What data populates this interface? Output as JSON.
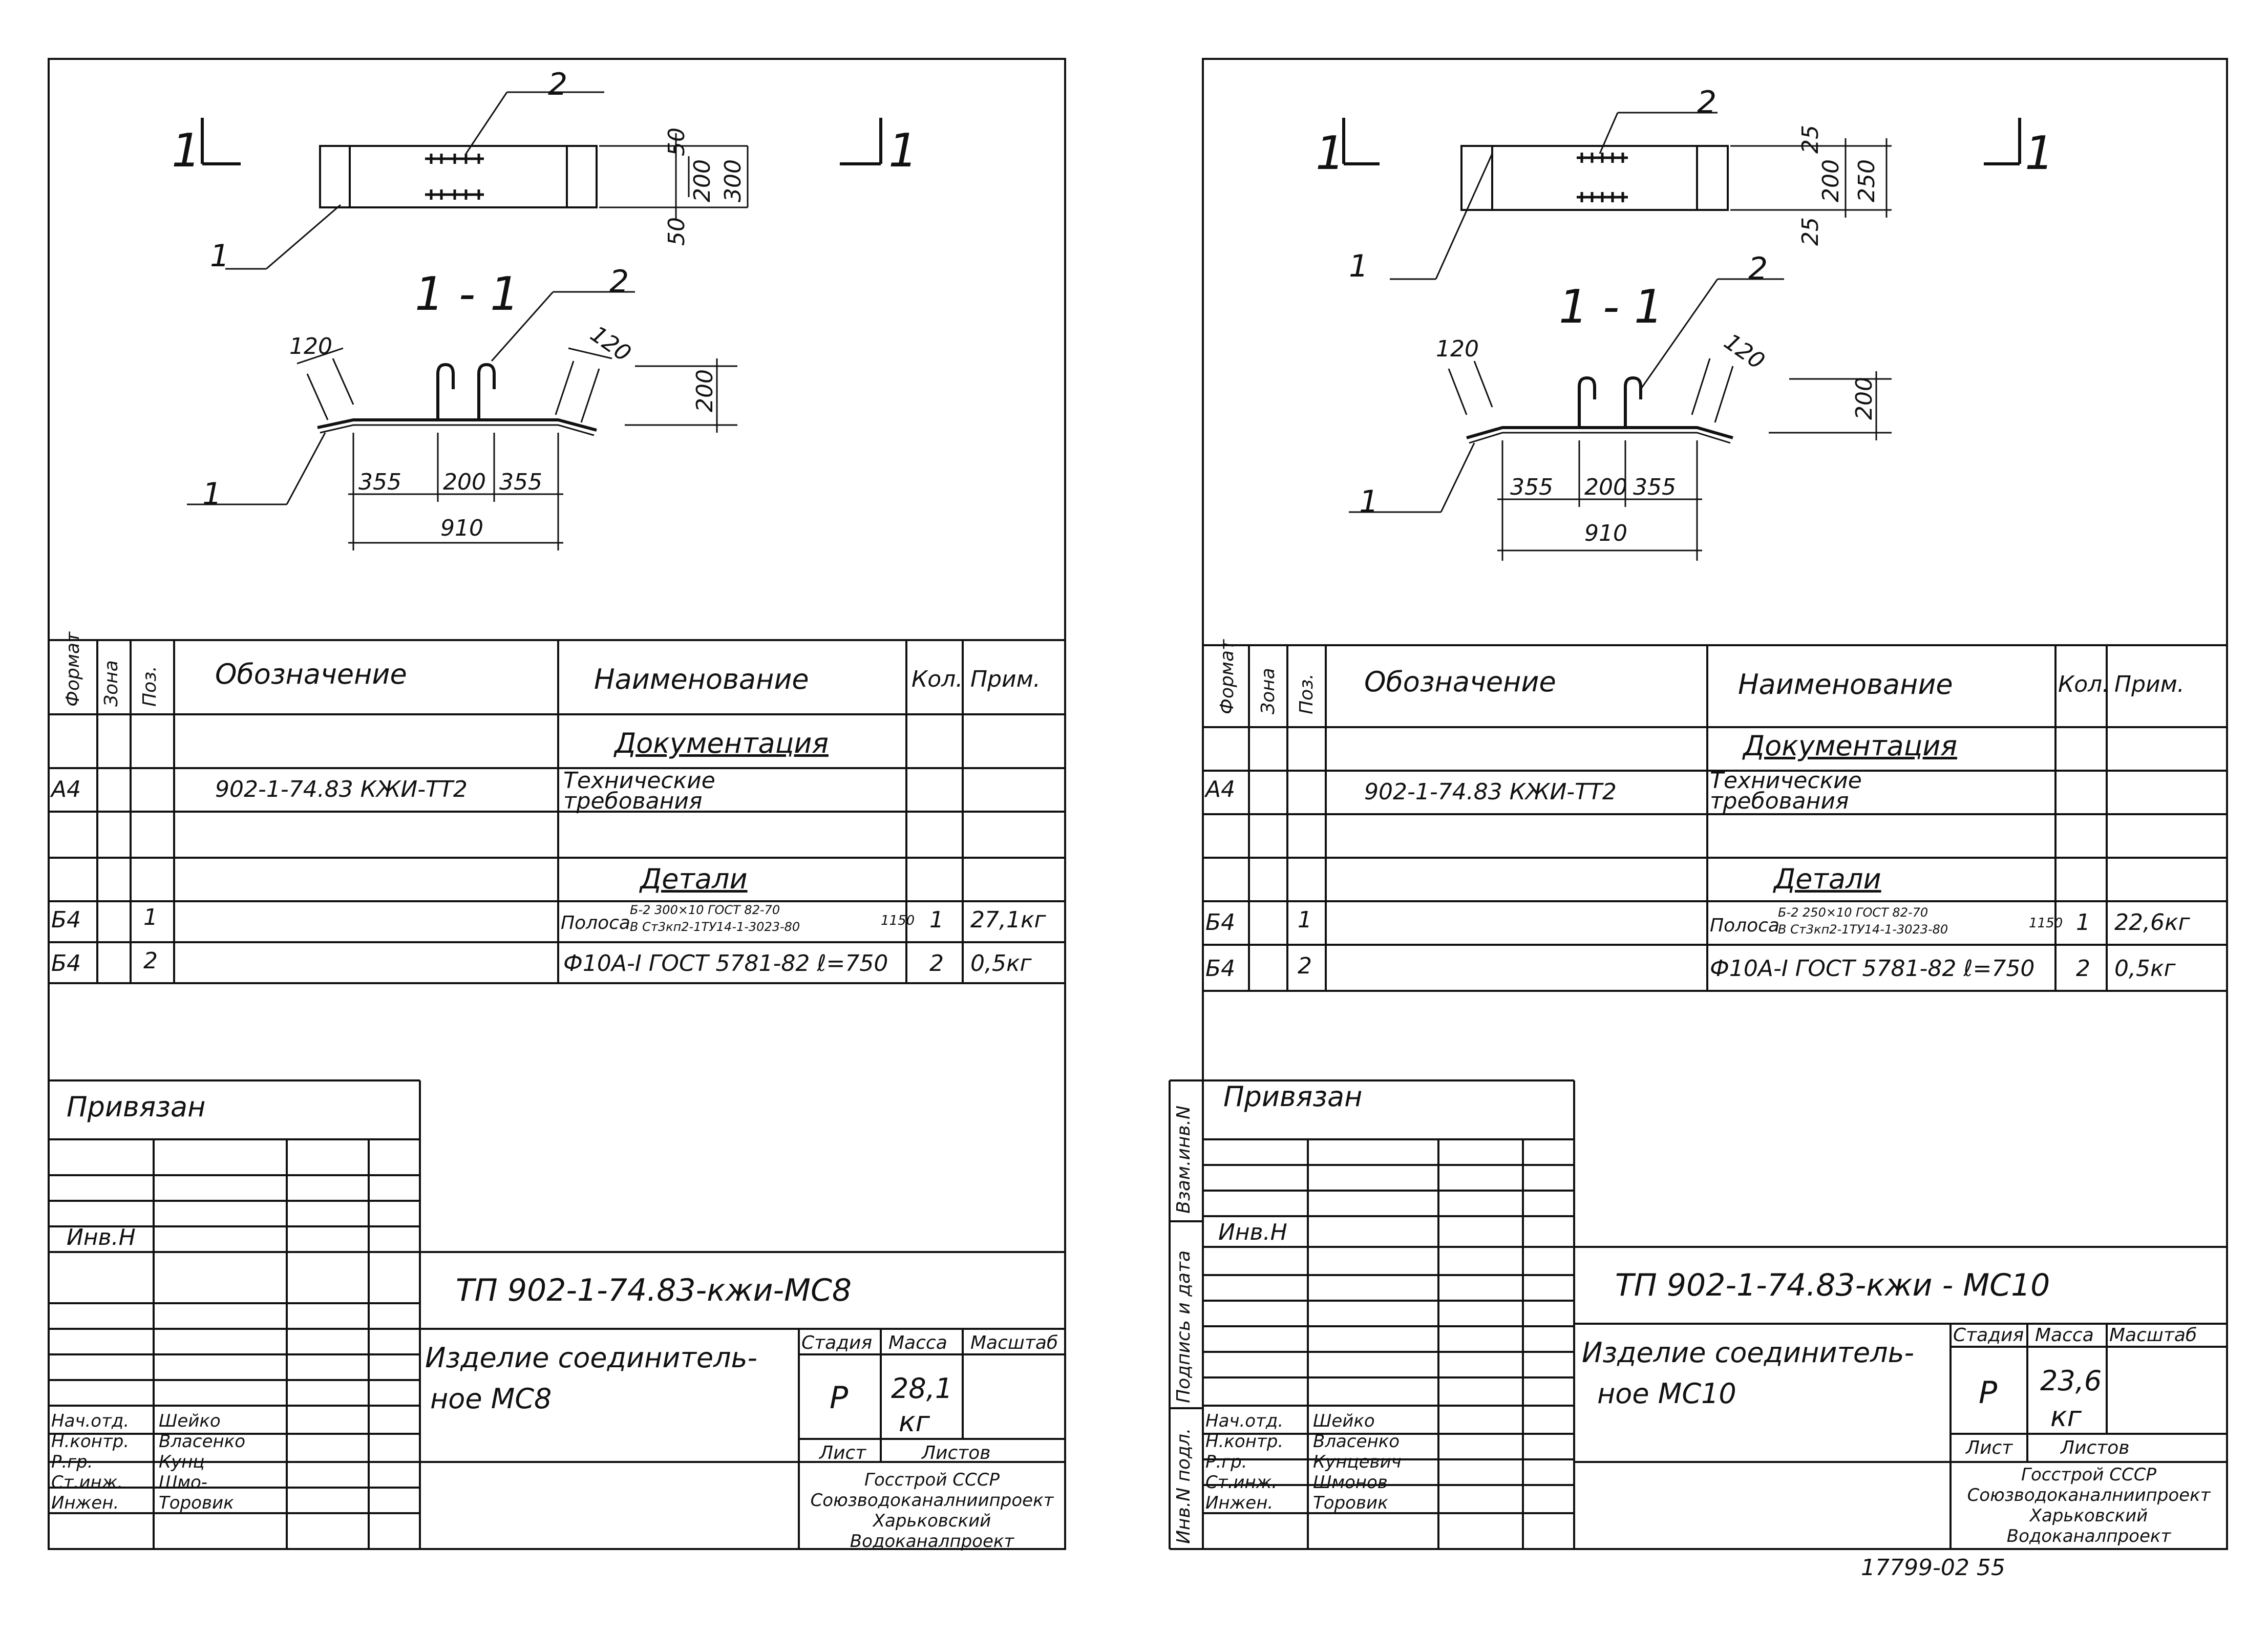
{
  "sheets": [
    {
      "drawing": {
        "section_marks": [
          "1",
          "1"
        ],
        "view_title": "1 - 1",
        "plan_dims": [
          "50",
          "200",
          "50",
          "300"
        ],
        "section_dims": [
          "120",
          "120",
          "200",
          "355",
          "200",
          "355",
          "910"
        ],
        "callouts": [
          "2",
          "1",
          "2",
          "1"
        ]
      },
      "spec": {
        "headers": {
          "format": "Формат",
          "zone": "Зона",
          "pos": "Поз.",
          "designation": "Обозначение",
          "name": "Наименование",
          "qty": "Кол.",
          "note": "Прим."
        },
        "sections": {
          "documentation": "Документация",
          "details": "Детали"
        },
        "rows": [
          {
            "format": "А4",
            "pos": "",
            "designation": "902-1-74.83 КЖИ-ТТ2",
            "name": "Технические требования",
            "qty": "",
            "note": ""
          },
          {
            "format": "Б4",
            "pos": "1",
            "designation": "",
            "name": "Полоса",
            "name_top": "Б-2 300×10 ГОСТ 82-70",
            "name_bot": "В Ст3кп2-1ТУ14-1-3023-80",
            "name_len": "1150",
            "qty": "1",
            "note": "27,1кг"
          },
          {
            "format": "Б4",
            "pos": "2",
            "designation": "",
            "name": "Ф10А-I ГОСТ 5781-82 ℓ=750",
            "qty": "2",
            "note": "0,5кг"
          }
        ]
      },
      "title_block": {
        "bound": "Привязан",
        "inv": "Инв.Н",
        "code": "ТП 902-1-74.83-кжи-МС8",
        "item_name_1": "Изделие соединитель-",
        "item_name_2": "ное МС8",
        "stage_label": "Стадия",
        "mass_label": "Масса",
        "scale_label": "Масштаб",
        "stage": "Р",
        "mass": "28,1",
        "mass_unit": "кг",
        "sheet_label": "Лист",
        "sheets_label": "Листов",
        "roles": [
          "Нач.отд.",
          "Н.контр.",
          "Р.гр.",
          "Ст.инж.",
          "Инжен."
        ],
        "people": [
          "Шейко",
          "Власенко",
          "Кунц",
          "Шмо-",
          "Торовик"
        ],
        "org": [
          "Госстрой СССР",
          "Союзводоканалниипроект",
          "Харьковский",
          "Водоканалпроект"
        ]
      }
    },
    {
      "drawing": {
        "section_marks": [
          "1",
          "1"
        ],
        "view_title": "1 - 1",
        "plan_dims": [
          "25",
          "200",
          "25",
          "250"
        ],
        "section_dims": [
          "120",
          "120",
          "200",
          "355",
          "200",
          "355",
          "910"
        ],
        "callouts": [
          "2",
          "1",
          "2",
          "1"
        ]
      },
      "spec": {
        "headers": {
          "format": "Формат",
          "zone": "Зона",
          "pos": "Поз.",
          "designation": "Обозначение",
          "name": "Наименование",
          "qty": "Кол.",
          "note": "Прим."
        },
        "sections": {
          "documentation": "Документация",
          "details": "Детали"
        },
        "rows": [
          {
            "format": "А4",
            "pos": "",
            "designation": "902-1-74.83 КЖИ-ТТ2",
            "name": "Технические требования",
            "qty": "",
            "note": ""
          },
          {
            "format": "Б4",
            "pos": "1",
            "designation": "",
            "name": "Полоса",
            "name_top": "Б-2 250×10 ГОСТ 82-70",
            "name_bot": "В Ст3кп2-1ТУ14-1-3023-80",
            "name_len": "1150",
            "qty": "1",
            "note": "22,6кг"
          },
          {
            "format": "Б4",
            "pos": "2",
            "designation": "",
            "name": "Ф10А-I ГОСТ 5781-82 ℓ=750",
            "qty": "2",
            "note": "0,5кг"
          }
        ]
      },
      "title_block": {
        "bound": "Привязан",
        "inv": "Инв.Н",
        "code": "ТП 902-1-74.83-кжи - МС10",
        "item_name_1": "Изделие соединитель-",
        "item_name_2": "ное МС10",
        "stage_label": "Стадия",
        "mass_label": "Масса",
        "scale_label": "Масштаб",
        "stage": "Р",
        "mass": "23,6",
        "mass_unit": "кг",
        "sheet_label": "Лист",
        "sheets_label": "Листов",
        "roles": [
          "Нач.отд.",
          "Н.контр.",
          "Р.гр.",
          "Ст.инж.",
          "Инжен."
        ],
        "people": [
          "Шейко",
          "Власенко",
          "Кунцевич",
          "Шмонов",
          "Торовик"
        ],
        "org": [
          "Госстрой СССР",
          "Союзводоканалниипроект",
          "Харьковский",
          "Водоканалпроект"
        ],
        "side_labels": [
          "Взам.инв.N",
          "Подпись и дата",
          "Инв.N подл."
        ]
      }
    }
  ],
  "footer_number": "17799-02 55"
}
